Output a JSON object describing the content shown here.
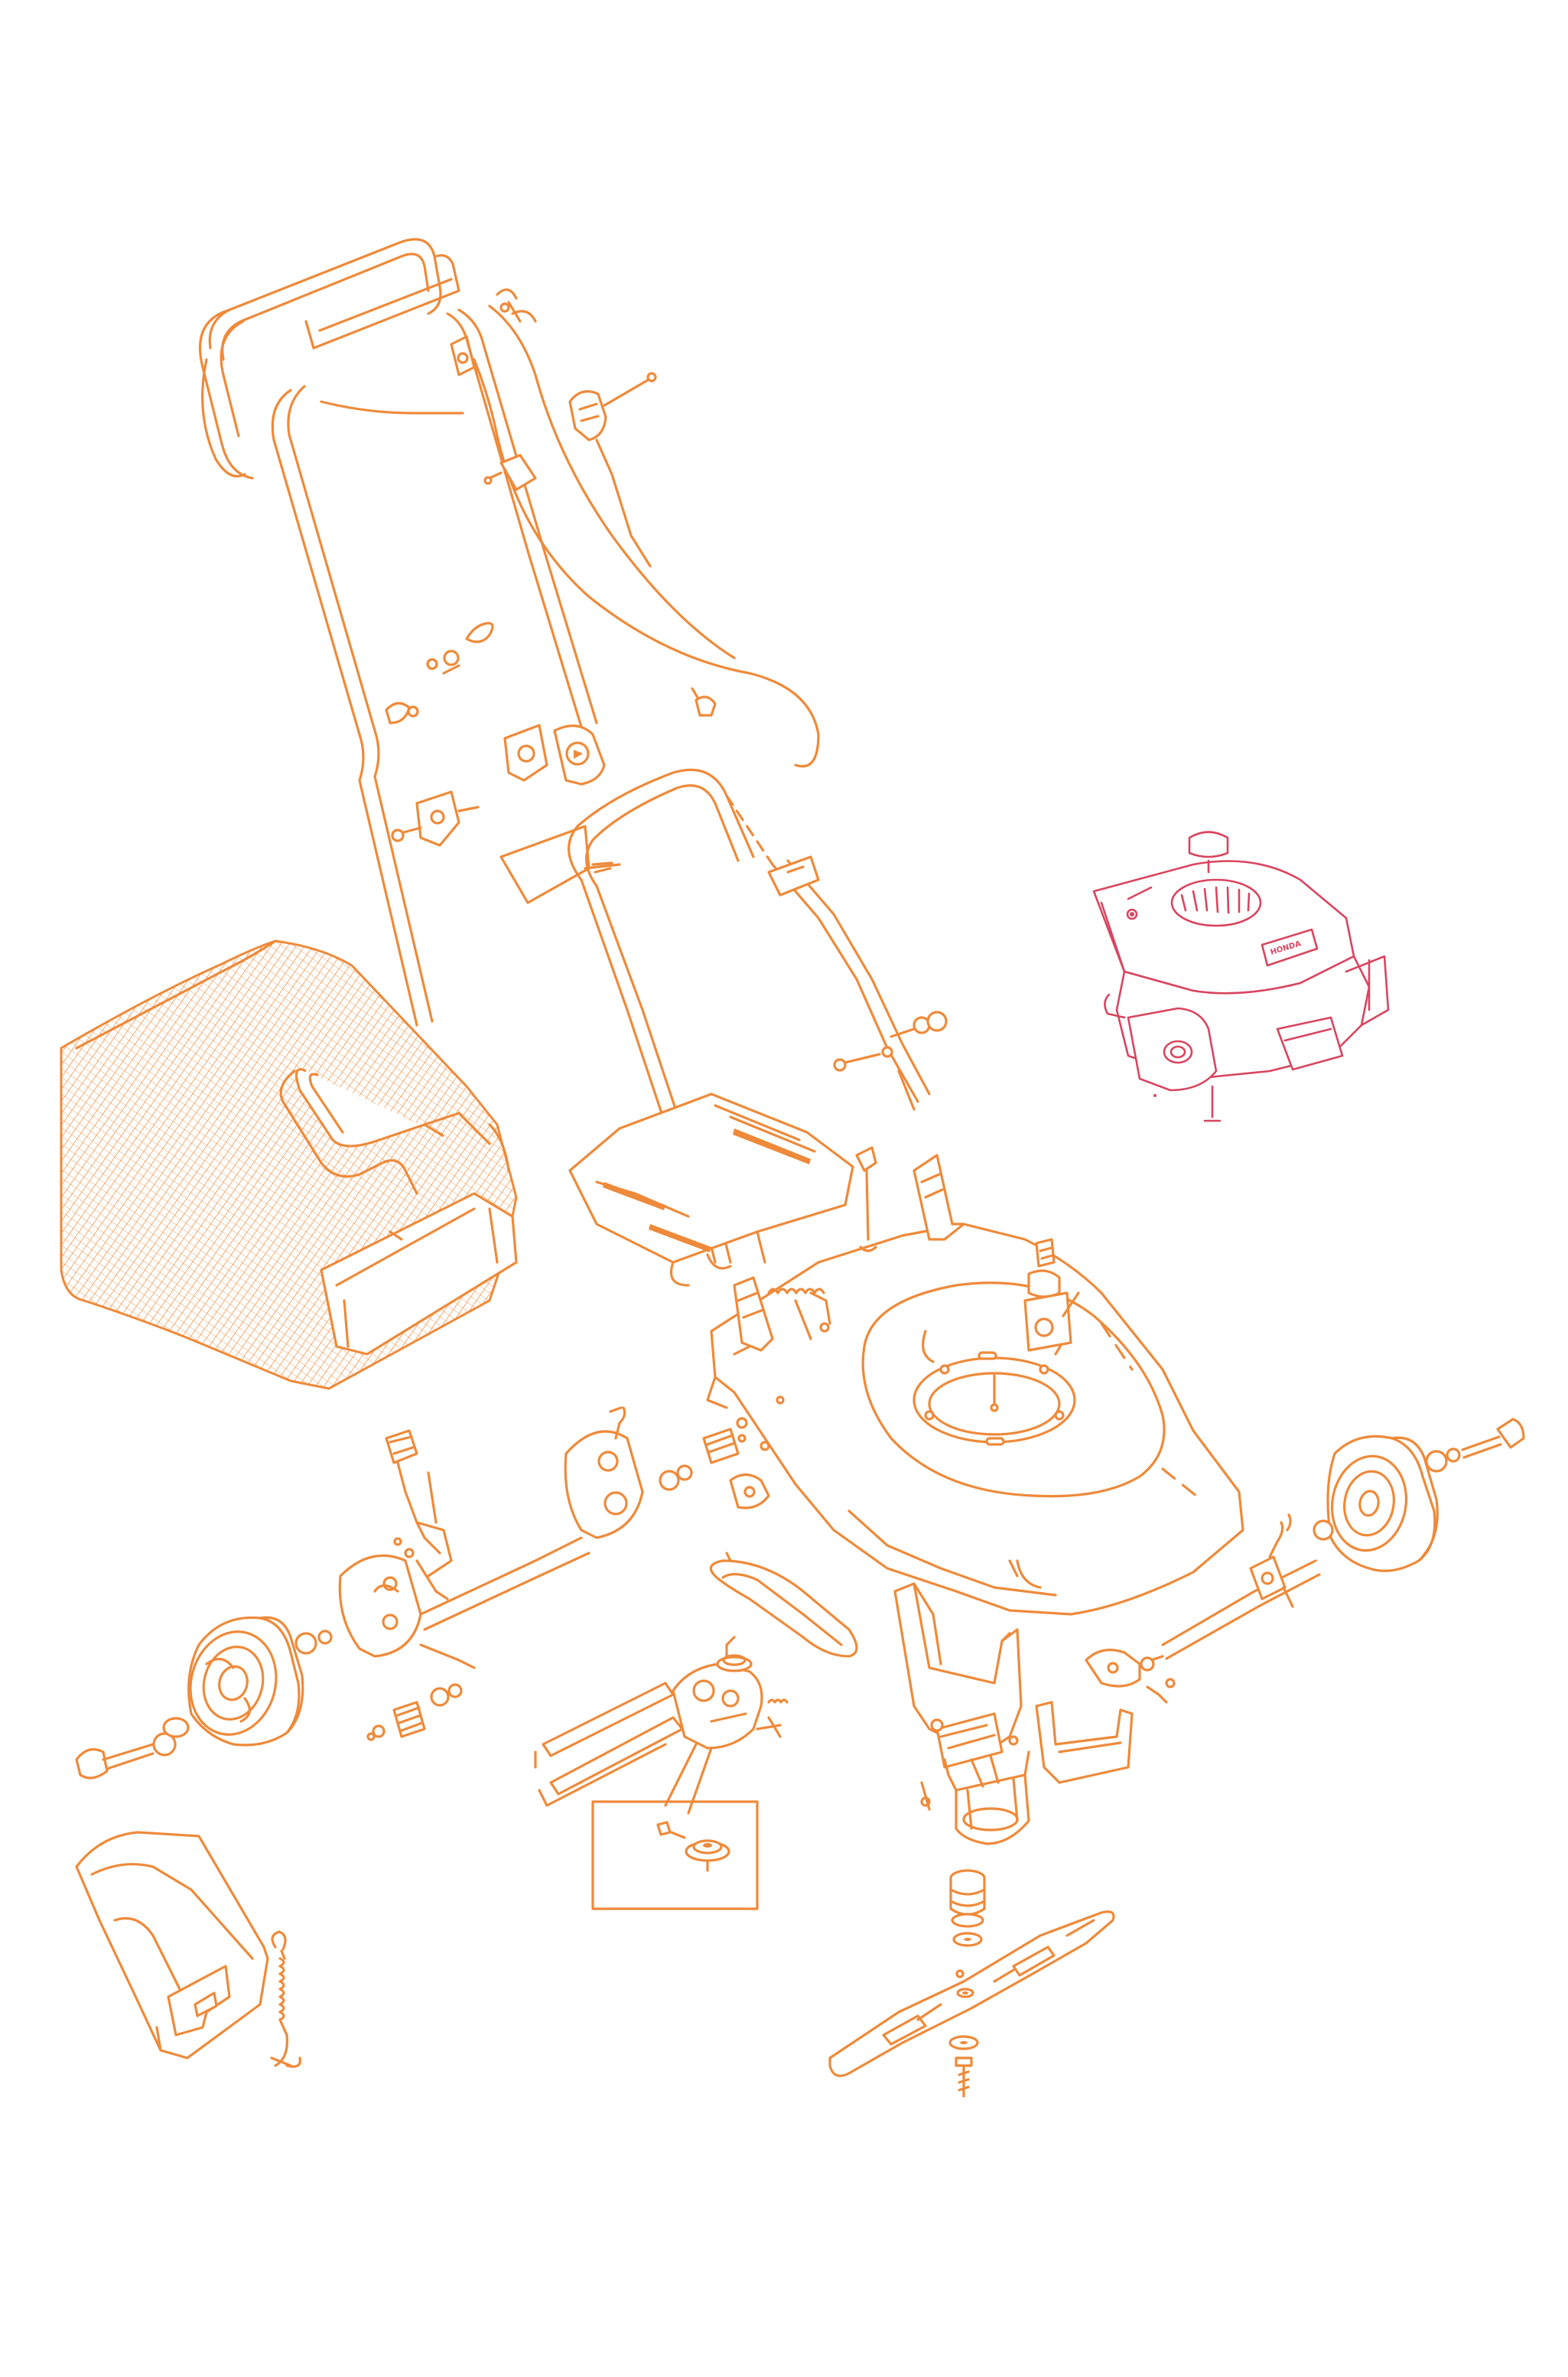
{
  "colors": {
    "line_orange": "#ee8a3a",
    "engine_red": "#d9455f",
    "background": "#ffffff"
  },
  "engine": {
    "brand_label": "HONDA"
  },
  "parts": [
    "handle-upper",
    "handle-lower",
    "control-cables",
    "throttle-lever",
    "cable-clips",
    "engine",
    "grass-catcher-bag",
    "rear-flap",
    "mower-deck",
    "height-adjust-lever",
    "front-wheels",
    "rear-wheels",
    "drive-belt",
    "gearbox",
    "gearbox-detail-inset",
    "chute-guard",
    "blade-adapter",
    "mower-blade",
    "rear-guard",
    "return-spring"
  ]
}
